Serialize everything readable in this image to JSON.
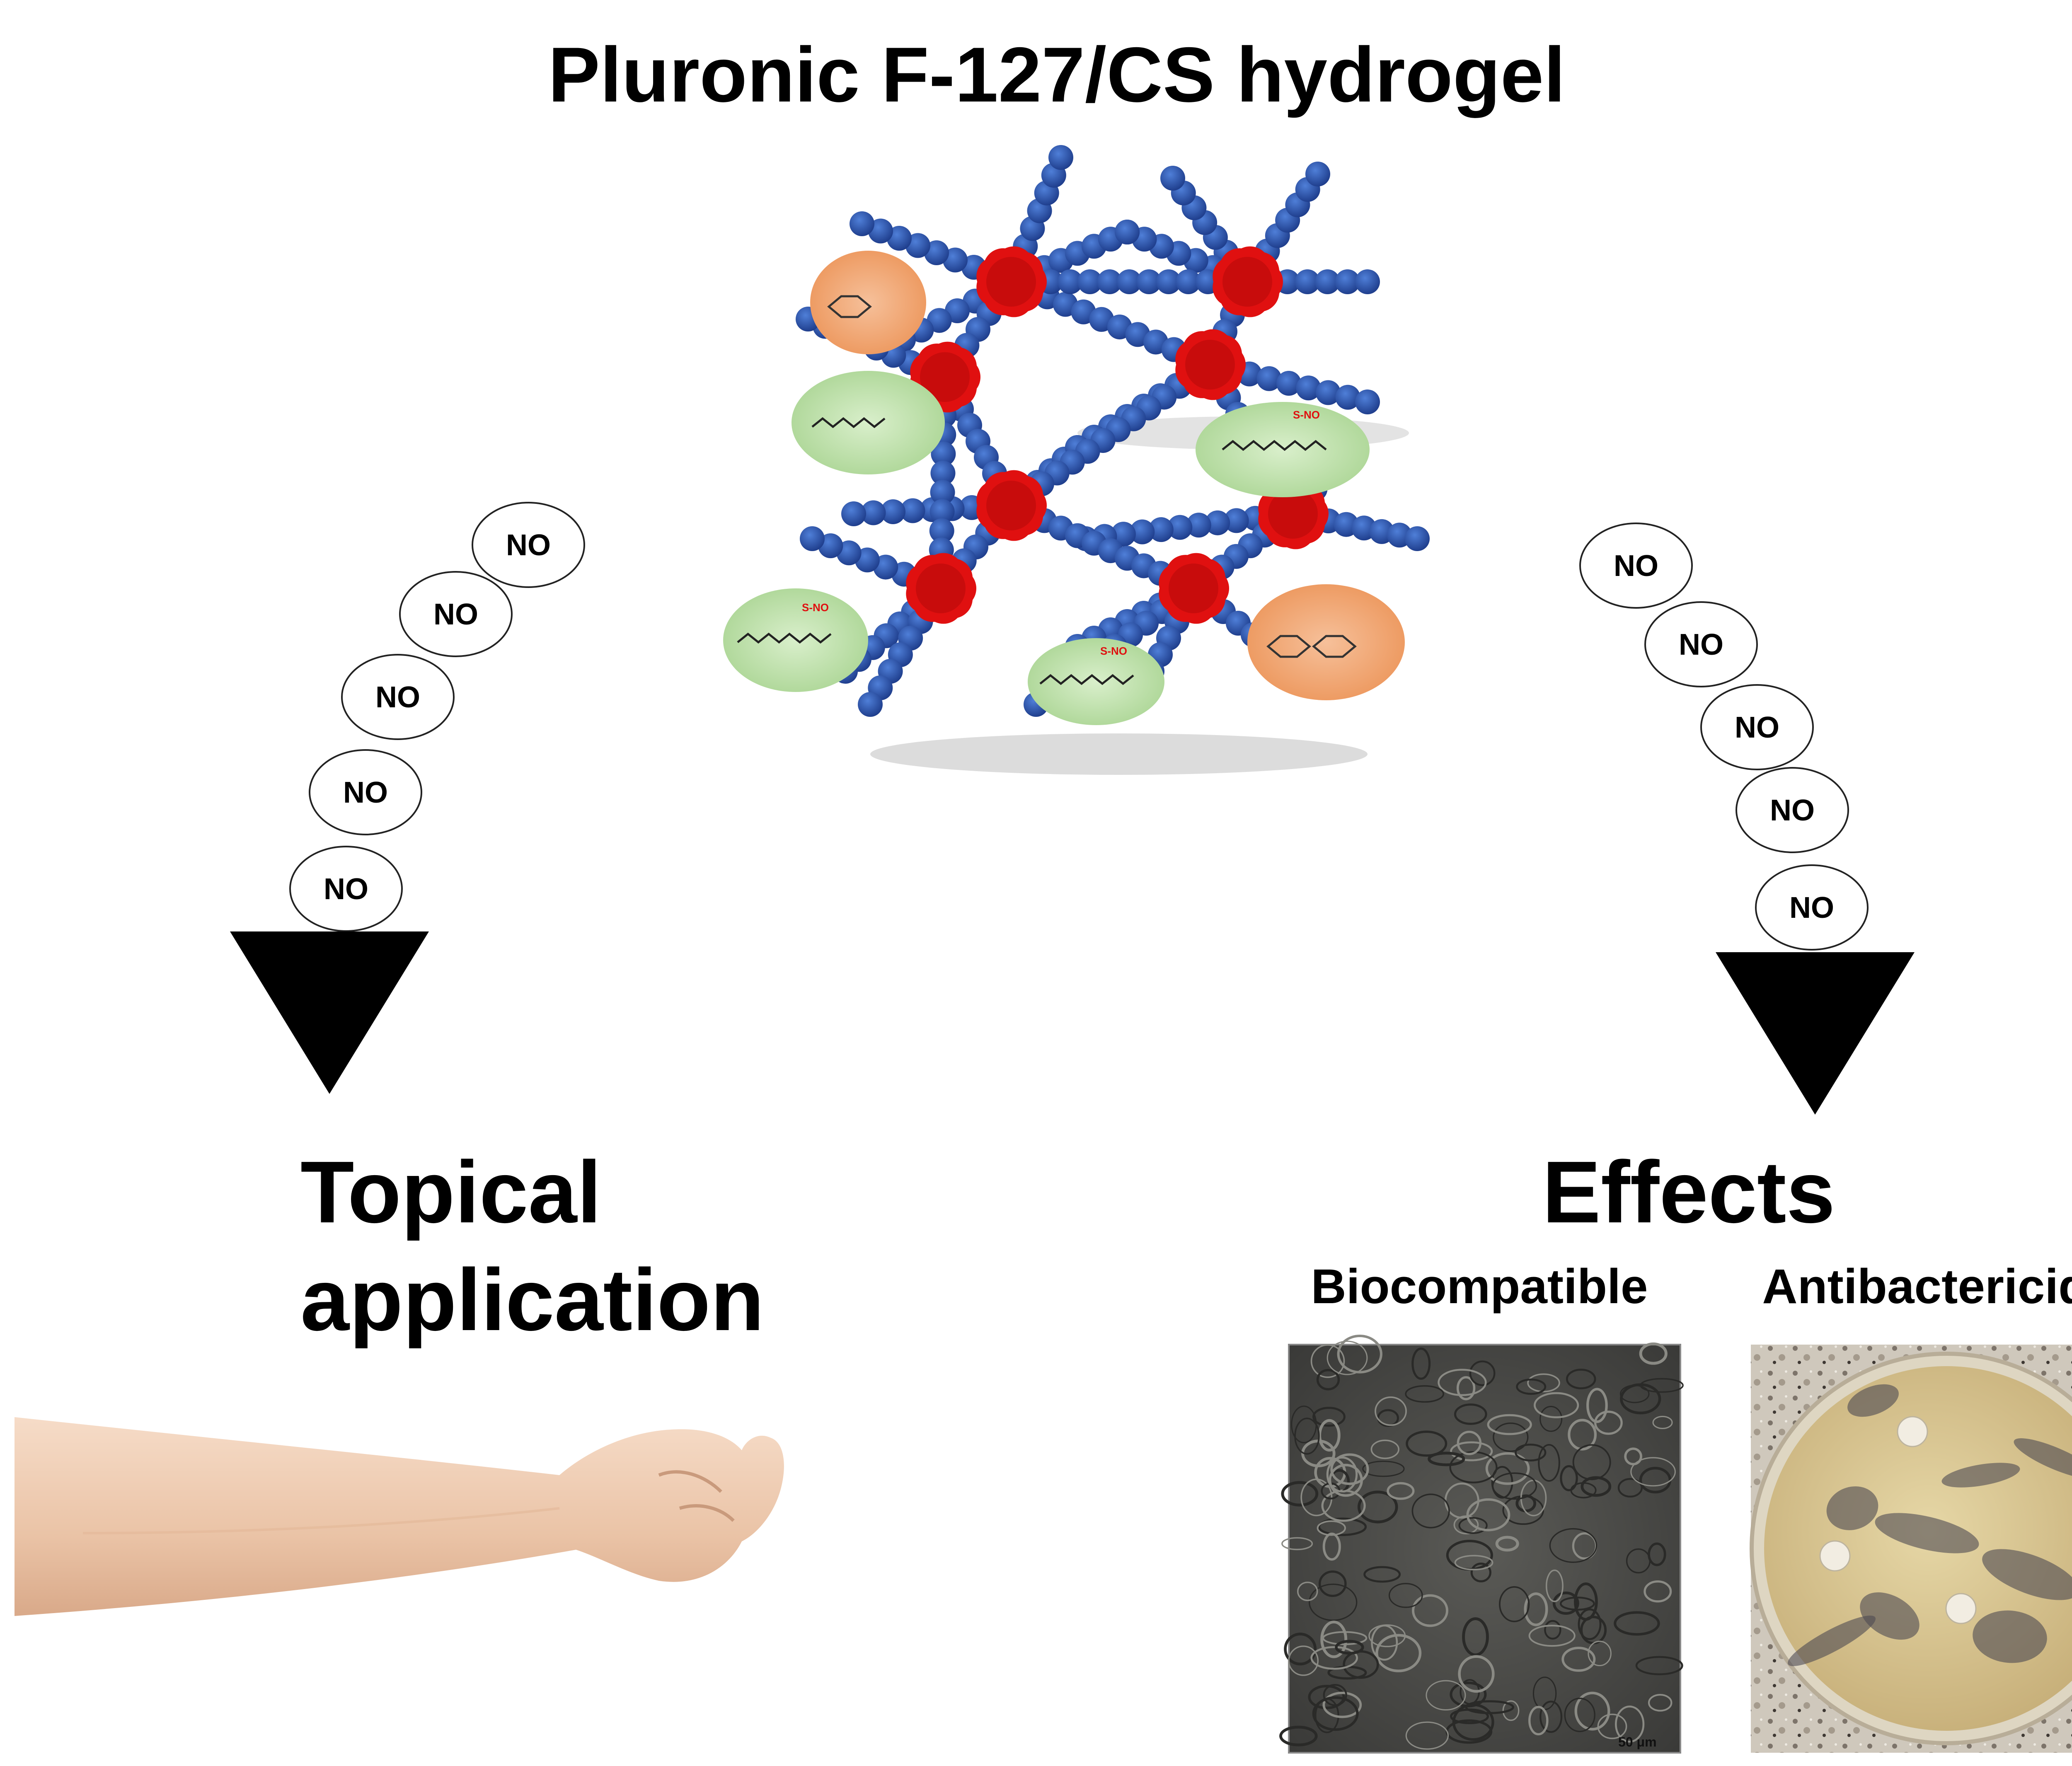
{
  "title": "Pluronic F-127/CS hydrogel",
  "no_label": "NO",
  "sno_label": "S-NO",
  "left_caption": {
    "line1": "Topical",
    "line2": "application"
  },
  "right_caption": "Effects",
  "effects": [
    {
      "label": "Biocompatible",
      "scale_bar": "50 μm"
    },
    {
      "label": "Antibactericidal"
    }
  ],
  "colors": {
    "polymer_bead": "#2a4fa8",
    "micelle_core": "#e01010",
    "gsno_bubble": "#b9dca0",
    "chitosan_bubble": "#f0a070"
  }
}
